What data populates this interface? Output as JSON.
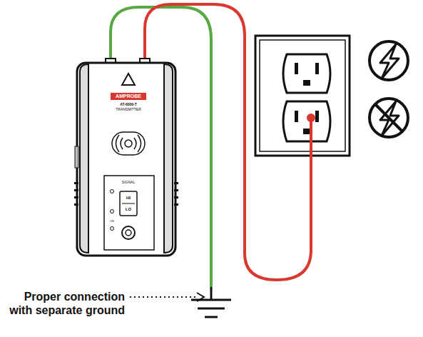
{
  "diagram": {
    "labels": [
      "AMPROBE",
      "AT-6000-T",
      "TRANSMITTER",
      "SIGNAL",
      "HI",
      "LO",
      "ON",
      "Proper connection with separate ground"
    ]
  }
}
